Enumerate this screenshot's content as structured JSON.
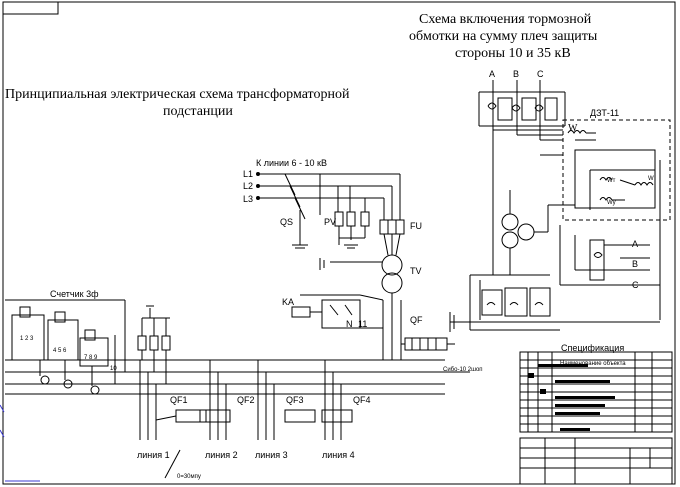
{
  "title_main_line1": "Принципиальная электрическая схема трансформаторной",
  "title_main_line2": "подстанции",
  "title_right_line1": "Схема включения тормозной",
  "title_right_line2": "обмотки на сумму плеч защиты",
  "title_right_line3": "стороны 10 и 35 кВ",
  "phase_labels": {
    "a": "A",
    "b": "B",
    "c": "C"
  },
  "dzt_label": "ДЗТ-11",
  "w_label": "W",
  "wt_label": "Wт",
  "wy_label": "Wу",
  "out_labels": {
    "a": "A",
    "b": "B",
    "c": "C"
  },
  "lines_title": "К линии 6 - 10 кВ",
  "l1": "L1",
  "l2": "L2",
  "l3": "L3",
  "qs": "QS",
  "pv": "PV",
  "fu": "FU",
  "tv": "TV",
  "ka": "KA",
  "n": "N",
  "n11": "11",
  "qf": "QF",
  "counter": "Счетчик 3ф",
  "counter_nums": {
    "a": "1 2 3",
    "b": "4 5 6",
    "c": "7 8 9",
    "d": "10"
  },
  "qf1": "QF1",
  "qf2": "QF2",
  "qf3": "QF3",
  "qf4": "QF4",
  "line1": "линия 1",
  "line2": "линия 2",
  "line3": "линия 3",
  "line4": "линия 4",
  "spec": "Спецификация",
  "spec_row1": "Наименование объекта",
  "bus_small": "Сибо-10 2шоп",
  "bottom_note": "0=30мпу"
}
